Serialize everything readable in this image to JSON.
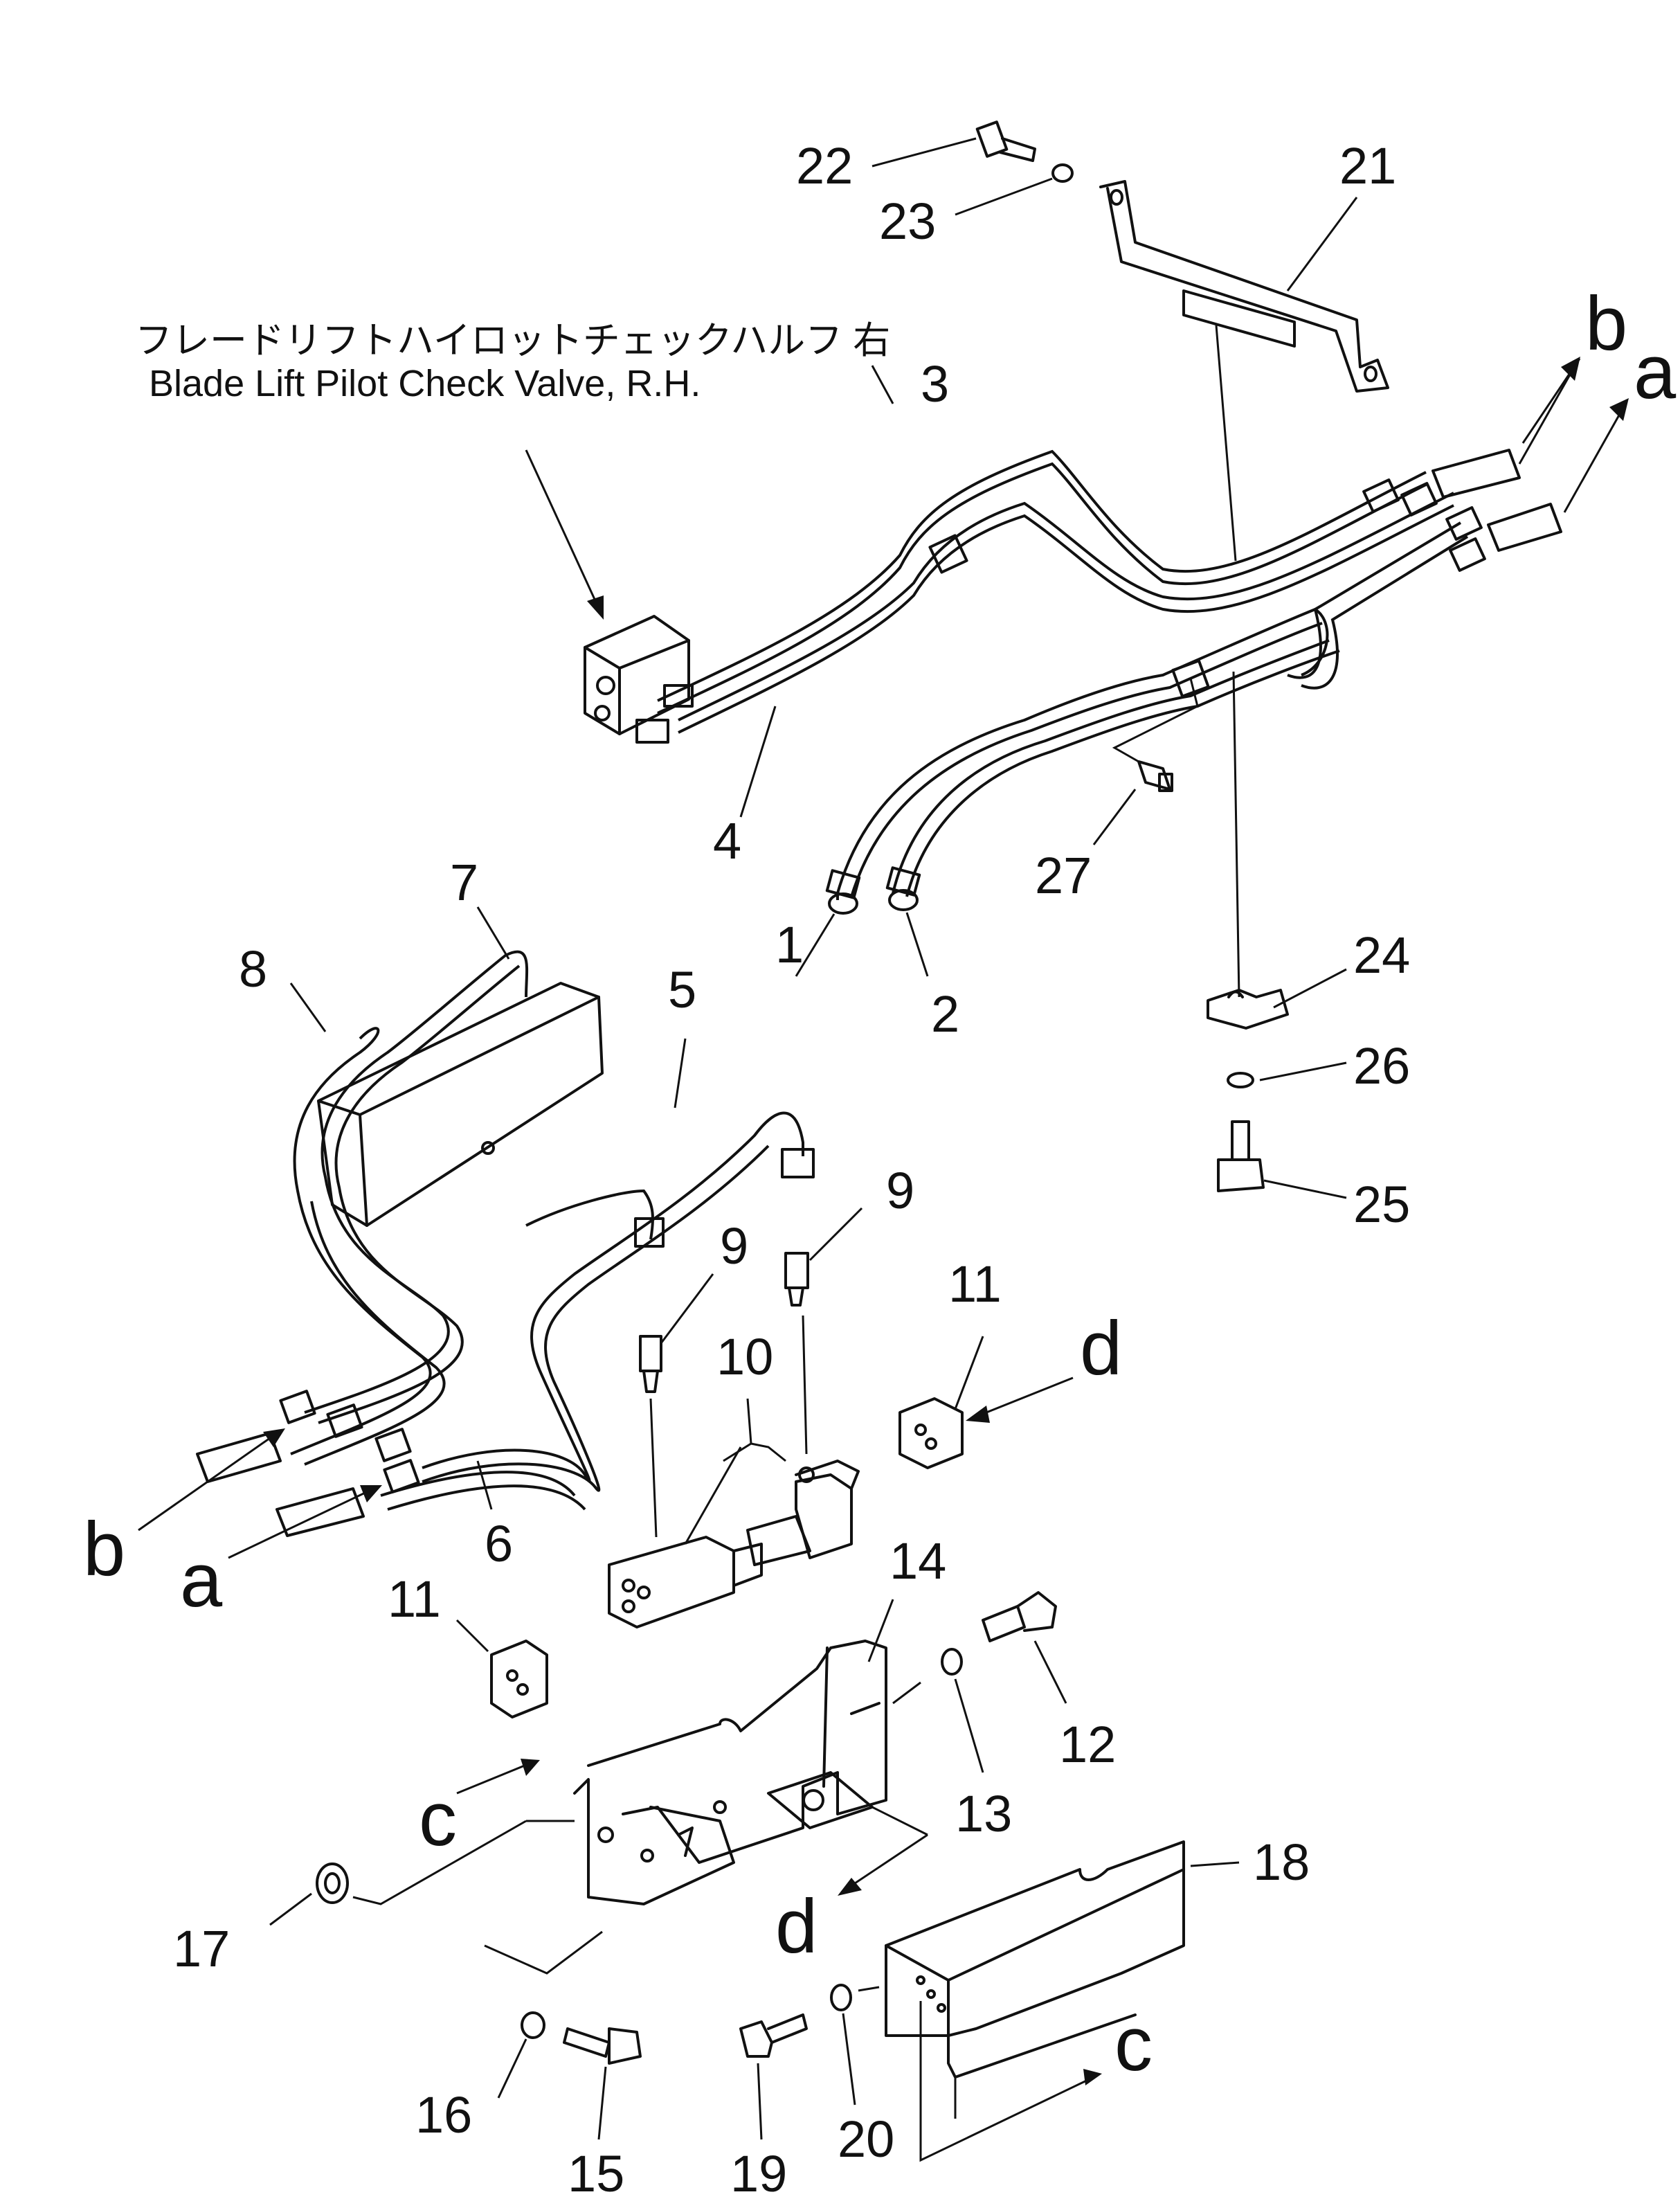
{
  "diagram": {
    "callout_jp": "フレードリフトハイロットチェックハルフ 右",
    "callout_en": "Blade Lift Pilot Check Valve, R.H.",
    "parts": [
      {
        "id": "p1",
        "label": "1"
      },
      {
        "id": "p2",
        "label": "2"
      },
      {
        "id": "p3",
        "label": "3"
      },
      {
        "id": "p4",
        "label": "4"
      },
      {
        "id": "p5",
        "label": "5"
      },
      {
        "id": "p6",
        "label": "6"
      },
      {
        "id": "p7",
        "label": "7"
      },
      {
        "id": "p8",
        "label": "8"
      },
      {
        "id": "p9a",
        "label": "9"
      },
      {
        "id": "p9b",
        "label": "9"
      },
      {
        "id": "p10",
        "label": "10"
      },
      {
        "id": "p11a",
        "label": "11"
      },
      {
        "id": "p11b",
        "label": "11"
      },
      {
        "id": "p12",
        "label": "12"
      },
      {
        "id": "p13",
        "label": "13"
      },
      {
        "id": "p14",
        "label": "14"
      },
      {
        "id": "p15",
        "label": "15"
      },
      {
        "id": "p16",
        "label": "16"
      },
      {
        "id": "p17",
        "label": "17"
      },
      {
        "id": "p18",
        "label": "18"
      },
      {
        "id": "p19",
        "label": "19"
      },
      {
        "id": "p20",
        "label": "20"
      },
      {
        "id": "p21",
        "label": "21"
      },
      {
        "id": "p22",
        "label": "22"
      },
      {
        "id": "p23",
        "label": "23"
      },
      {
        "id": "p24",
        "label": "24"
      },
      {
        "id": "p25",
        "label": "25"
      },
      {
        "id": "p26",
        "label": "26"
      },
      {
        "id": "p27",
        "label": "27"
      }
    ],
    "connections": [
      {
        "id": "b_top",
        "label": "b"
      },
      {
        "id": "a_top",
        "label": "a"
      },
      {
        "id": "b_left",
        "label": "b"
      },
      {
        "id": "a_left",
        "label": "a"
      },
      {
        "id": "d_right",
        "label": "d"
      },
      {
        "id": "d_bottom",
        "label": "d"
      },
      {
        "id": "c_left",
        "label": "c"
      },
      {
        "id": "c_bottom",
        "label": "c"
      }
    ]
  }
}
